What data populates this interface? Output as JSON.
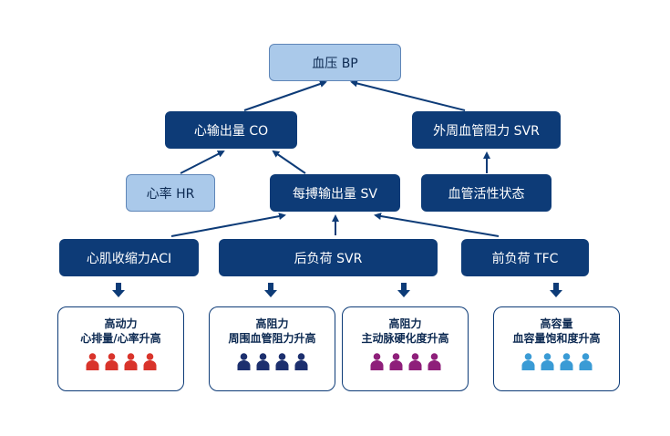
{
  "nodes": {
    "bp": "血压 BP",
    "co": "心输出量 CO",
    "svr_peripheral": "外周血管阻力 SVR",
    "hr": "心率 HR",
    "sv": "每搏输出量 SV",
    "vascular_activity": "血管活性状态",
    "aci": "心肌收缩力ACI",
    "afterload": "后负荷 SVR",
    "preload": "前负荷 TFC"
  },
  "cards": [
    {
      "title": "高动力",
      "subtitle": "心排量/心率升高",
      "color": "#d9342b"
    },
    {
      "title": "高阻力",
      "subtitle": "周围血管阻力升高",
      "color": "#1c2f6e"
    },
    {
      "title": "高阻力",
      "subtitle": "主动脉硬化度升高",
      "color": "#8e1f7a"
    },
    {
      "title": "高容量",
      "subtitle": "血容量饱和度升高",
      "color": "#3a9bd5"
    }
  ],
  "colors": {
    "dark_node": "#0d3b77",
    "light_node": "#aac9ea",
    "arrow": "#0d3b77"
  },
  "icons": {
    "arrow": "arrow-icon",
    "person": "person-icon"
  }
}
